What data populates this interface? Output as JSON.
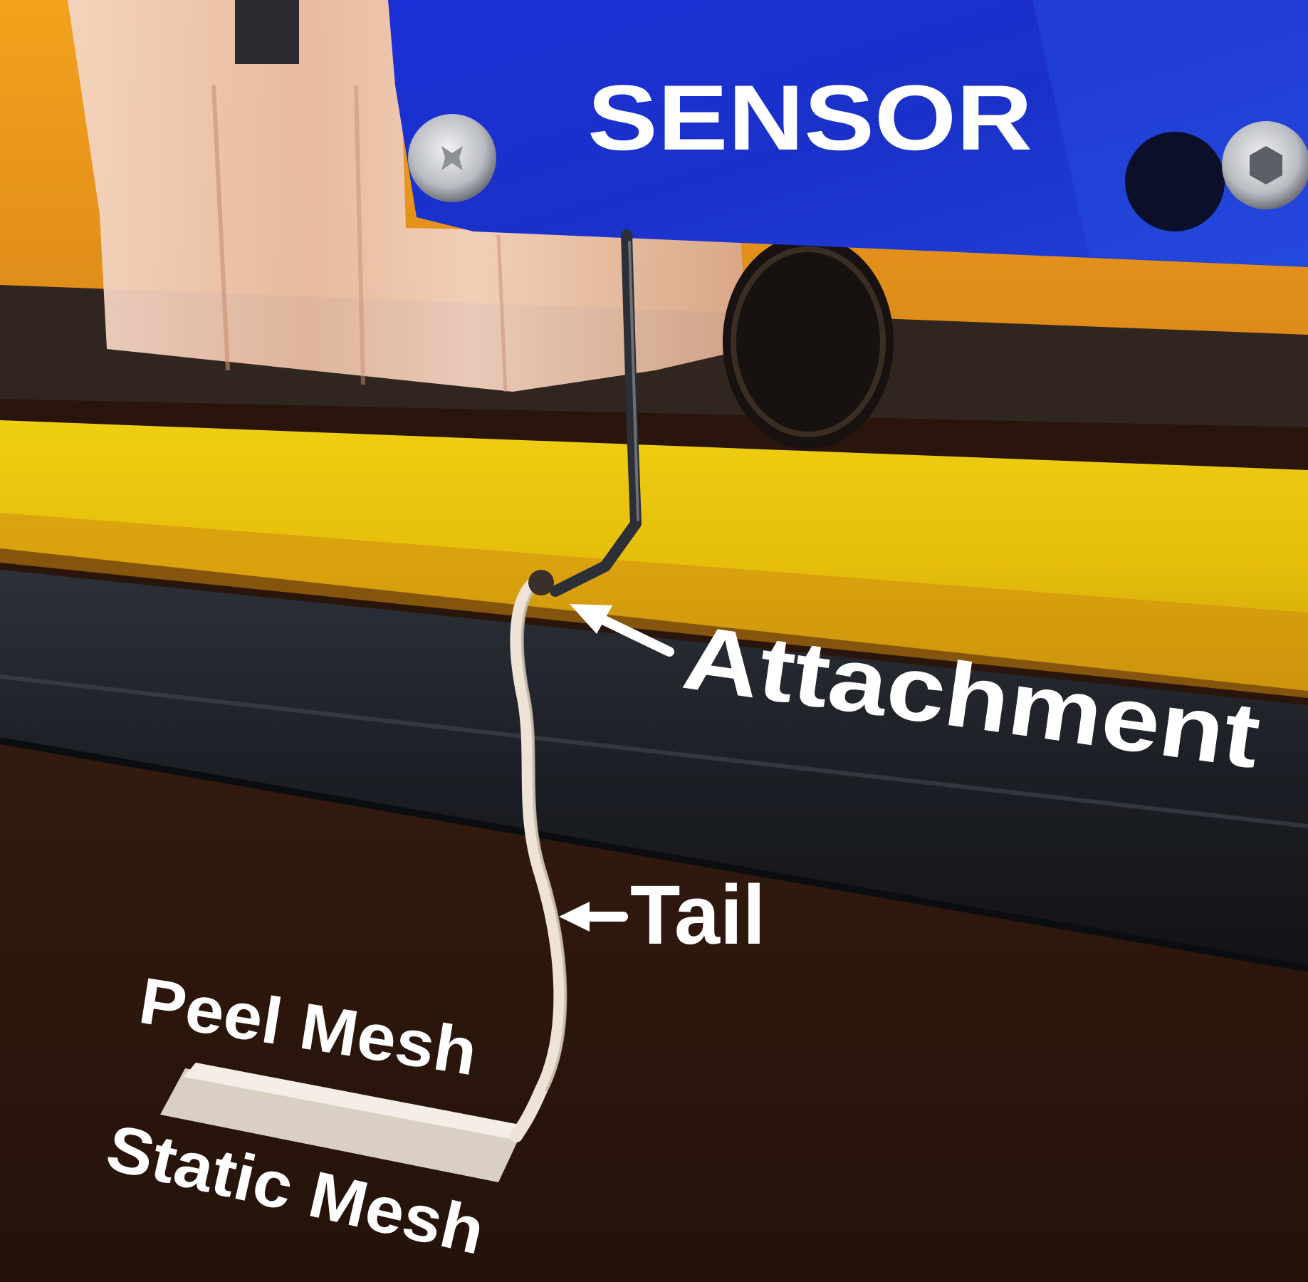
{
  "labels": {
    "sensor": "SENSOR",
    "attachment": "Attachment",
    "tail": "Tail",
    "peel_mesh": "Peel Mesh",
    "static_mesh": "Static Mesh"
  },
  "colors": {
    "sensor_panel": "#1a2fd0",
    "yellow_rail": "#e8c20a",
    "orange_background": "#e0901a",
    "dark_belt": "#1f232a",
    "table_surface": "#2a150c",
    "label_text": "#ffffff"
  }
}
